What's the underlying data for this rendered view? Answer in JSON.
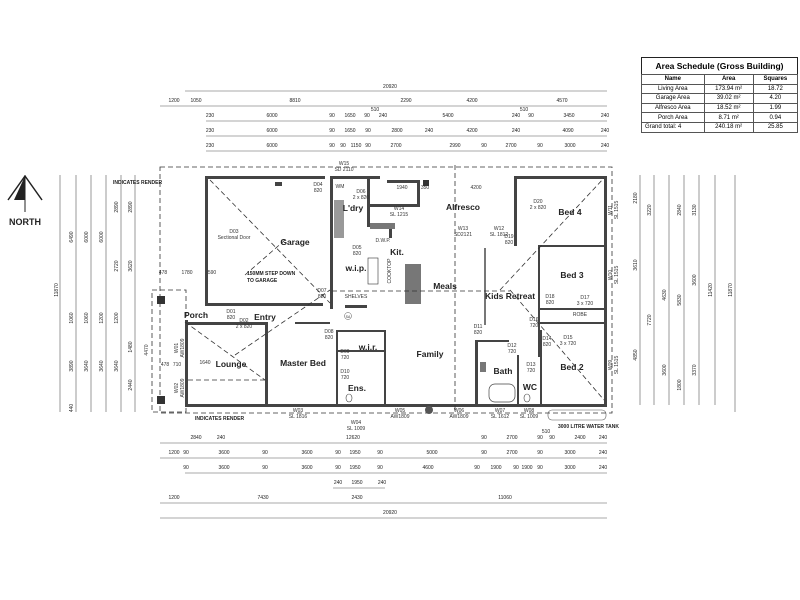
{
  "area_schedule": {
    "title": "Area Schedule (Gross Building)",
    "headers": [
      "Name",
      "Area",
      "Squares"
    ],
    "rows": [
      [
        "Living Area",
        "173.94 m²",
        "18.72"
      ],
      [
        "Garage Area",
        "39.02 m²",
        "4.20"
      ],
      [
        "Alfresco Area",
        "18.52 m²",
        "1.99"
      ],
      [
        "Porch Area",
        "8.71 m²",
        "0.94"
      ],
      [
        "Grand total: 4",
        "240.18 m²",
        "25.85"
      ]
    ]
  },
  "north": {
    "label": "NORTH"
  },
  "rooms": {
    "garage": "Garage",
    "laundry": "L'dry",
    "alfresco": "Alfresco",
    "bed4": "Bed 4",
    "kitchen": "Kit.",
    "wip": "w.i.p.",
    "meals": "Meals",
    "kids_retreat": "Kids Retreat",
    "bed3": "Bed 3",
    "porch": "Porch",
    "entry": "Entry",
    "lounge": "Lounge",
    "master_bed": "Master Bed",
    "wir": "w.i.r.",
    "family": "Family",
    "bath": "Bath",
    "wc": "WC",
    "ensuite": "Ens.",
    "bed2": "Bed 2"
  },
  "notes": {
    "render_top": "INDICATES RENDER",
    "render_bottom": "INDICATES RENDER",
    "step_down": [
      "150MM STEP DOWN",
      "TO GARAGE"
    ],
    "sectional_door": [
      "D03",
      "Sectional Door"
    ],
    "water_tank": "3000 LITRE WATER TANK",
    "dwp": "D.W.P.",
    "cooktop": "COOKTOP",
    "wm": "WM",
    "shelves": "SHELVES",
    "robe": "ROBE",
    "sa": "SA"
  },
  "openings": {
    "w15": [
      "W15",
      "SD 2110"
    ],
    "d04": [
      "D04",
      "820"
    ],
    "d06": [
      "D06",
      "2 x 820"
    ],
    "w14": [
      "W14",
      "SL 1215"
    ],
    "w13": [
      "W13",
      "SD2121"
    ],
    "w12": [
      "W12",
      "SL 1812"
    ],
    "d20": [
      "D20",
      "2 x 820"
    ],
    "d19": [
      "D19",
      "820"
    ],
    "d05": [
      "D05",
      "820"
    ],
    "d07": [
      "D07",
      "820"
    ],
    "d01": [
      "D01",
      "820"
    ],
    "d02": [
      "D02",
      "2 x 820"
    ],
    "d18": [
      "D18",
      "820"
    ],
    "d17": [
      "D17",
      "3 x 720"
    ],
    "d16": [
      "D16",
      "720"
    ],
    "d11": [
      "D11",
      "820"
    ],
    "d08": [
      "D08",
      "820"
    ],
    "d09": [
      "D09",
      "720"
    ],
    "d12": [
      "D12",
      "720"
    ],
    "d14": [
      "D14",
      "820"
    ],
    "d15": [
      "D15",
      "3 x 720"
    ],
    "d10": [
      "D10",
      "720"
    ],
    "d13": [
      "D13",
      "720"
    ],
    "w03": [
      "W03",
      "SL 1816"
    ],
    "w04": [
      "W04",
      "SL 1009"
    ],
    "w05": [
      "W05",
      "AW1809"
    ],
    "w06": [
      "W06",
      "AW1809"
    ],
    "w07": [
      "W07",
      "SL 1612"
    ],
    "w08": [
      "W08",
      "SL 1009"
    ],
    "w11": [
      "W11",
      "SL 1515"
    ],
    "w10": [
      "W10",
      "SL 1515"
    ],
    "w09": [
      "W09",
      "SL 1515"
    ],
    "w01": [
      "W01",
      "AW1809"
    ],
    "w02": [
      "W02",
      "AW1809"
    ]
  },
  "inner_dims": {
    "a": "1940",
    "b": "350",
    "c": "4200",
    "d": "1640",
    "e": "478",
    "f": "1780",
    "g": "590",
    "h": "478",
    "i": "710",
    "j": "4470"
  },
  "dims": {
    "top": {
      "overall": "20920",
      "r1": [
        "1200",
        "1050",
        "8810",
        "2290",
        "4200",
        "4570"
      ],
      "r2": [
        "230",
        "6000",
        "90",
        "1650",
        "90",
        "510",
        "240",
        "5400",
        "240",
        "510",
        "90",
        "3450",
        "240"
      ],
      "r3": [
        "230",
        "6000",
        "90",
        "1650",
        "90",
        "2800",
        "240",
        "4200",
        "240",
        "4090",
        "240"
      ],
      "r4": [
        "230",
        "6000",
        "90",
        "90",
        "1150",
        "90",
        "2700",
        "2990",
        "90",
        "2700",
        "90",
        "3000",
        "240"
      ]
    },
    "bottom": {
      "r1": [
        "2840",
        "240",
        "12620",
        "90",
        "2700",
        "90",
        "510",
        "90",
        "2400",
        "240"
      ],
      "r2": [
        "1200",
        "90",
        "3600",
        "90",
        "3600",
        "90",
        "1950",
        "90",
        "5000",
        "90",
        "2700",
        "90",
        "3000",
        "240"
      ],
      "r3": [
        "90",
        "3600",
        "90",
        "3600",
        "90",
        "1950",
        "90",
        "4600",
        "90",
        "1900",
        "90",
        "1900",
        "90",
        "3000",
        "240"
      ],
      "r4": [
        "240",
        "1950",
        "240"
      ],
      "r5": [
        "1200",
        "7430",
        "2430",
        "11060"
      ],
      "overall": "20920"
    },
    "left": {
      "overall": "11870",
      "c1": [
        "6490",
        "1060",
        "3890",
        "440"
      ],
      "c2": [
        "6000",
        "1060",
        "3640"
      ],
      "c3": [
        "6000",
        "1200",
        "3640"
      ],
      "c4": [
        "2890",
        "2720",
        "1200",
        "3640"
      ],
      "c5": [
        "2890",
        "3620",
        "1480",
        "2440"
      ]
    },
    "right": {
      "overall": "11870",
      "c1": [
        "2180",
        "3610",
        "4850"
      ],
      "c2": [
        "3220",
        "7720"
      ],
      "c3": [
        "4630",
        "3600"
      ],
      "c4": [
        "2840",
        "5830",
        "1800"
      ],
      "c5": [
        "3130",
        "3600",
        "3370"
      ],
      "c6": [
        "11420"
      ]
    }
  }
}
